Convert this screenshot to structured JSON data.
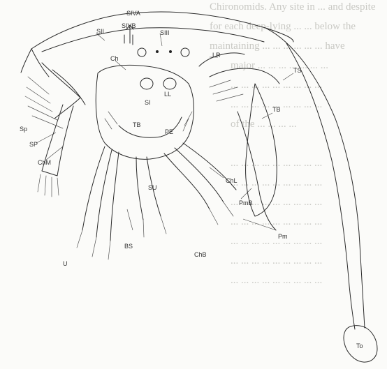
{
  "background_text": {
    "lines": [
      "Chironomids. Any site in ... and despite",
      "for each deep-lying ... ... below the",
      "maintaining ... ... ... ... ... ... have",
      "major ... ... ... ... ... ... ...",
      "... ... ... ... ... ... ... ... ...",
      "... ... ... ... ... ... ... ... ...",
      "of the ... ... ... ...",
      "",
      "... ... ... ... ... ... ... ... ...",
      "... ... ... ... ... ... ... ... ...",
      "... ... ... ... ... ... ... ... ...",
      "... ... ... ... ... ... ... ... ...",
      "... ... ... ... ... ... ... ... ...",
      "... ... ... ... ... ... ... ... ...",
      "... ... ... ... ... ... ... ... ..."
    ]
  },
  "labels": {
    "siva": "SIVA",
    "sivb": "SIVB",
    "sii": "SII",
    "siii": "SIII",
    "lr": "LR",
    "ch": "Ch",
    "ts": "TS",
    "ll": "LL",
    "si": "SI",
    "tb_right": "TB",
    "tb_center": "TB",
    "pe": "PE",
    "sp_upper": "Sp",
    "sp_lower": "SP",
    "chm": "ChM",
    "su": "SU",
    "chl": "ChL",
    "pmb": "PmB",
    "pm": "Pm",
    "bs": "BS",
    "chb": "ChB",
    "u": "U",
    "to": "To"
  }
}
